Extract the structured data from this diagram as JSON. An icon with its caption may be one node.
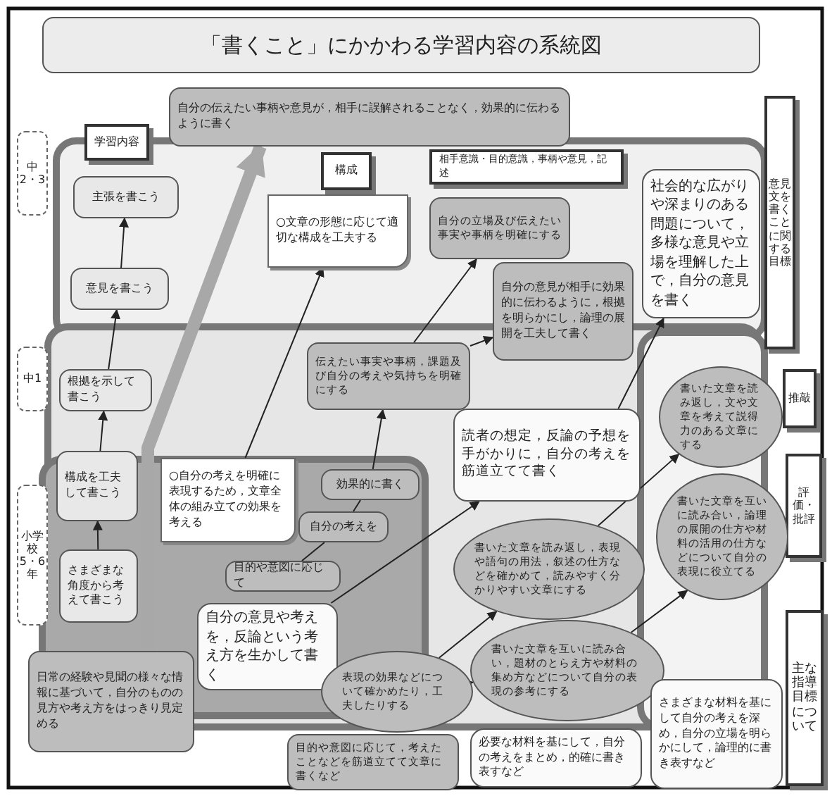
{
  "diagram": {
    "title": "「書くこと」にかかわる学習内容の系統図",
    "nodes": [
      {
        "text": [
          "自分の伝えたい事柄や意見が，相手に誤解されることなく，効果的に伝わるように書く"
        ]
      },
      {
        "text": [
          "意見文を書くことに関する目標"
        ]
      },
      {
        "text": [
          "学習内容"
        ]
      },
      {
        "text": [
          "中2・3"
        ]
      },
      {
        "text": [
          "構成"
        ]
      },
      {
        "text": [
          "相手意識・目的意識，事柄や意見，記述"
        ]
      },
      {
        "text": [
          "主張を書こう"
        ]
      },
      {
        "text": [
          "○文章の形態に応じて適切な構成を工夫する"
        ]
      },
      {
        "text": [
          "自分の立場及び伝えたい事実や事柄を明確にする"
        ]
      },
      {
        "text": [
          "社会的な広がりや深まりのある問題について，多様な意見や立場を理解した上で，自分の意見を書く"
        ]
      },
      {
        "text": [
          "自分の意見が相手に効果的に伝わるように，根拠を明らかにし，論理の展開を工夫して書く"
        ]
      },
      {
        "text": [
          "意見を書こう"
        ]
      },
      {
        "text": [
          "中1"
        ]
      },
      {
        "text": [
          "伝えたい事実や事柄，課題及び自分の考えや気持ちを明確にする"
        ]
      },
      {
        "text": [
          "根拠を示して書こう"
        ]
      },
      {
        "text": [
          "推敲"
        ]
      },
      {
        "text": [
          "書いた文章を読み返し，文や文章を考えて説得力のある文章にする"
        ]
      },
      {
        "text": [
          "読者の想定，反論の予想を手がかりに，自分の考えを筋道立てて書く"
        ]
      },
      {
        "text": [
          "構成を工夫して書こう"
        ]
      },
      {
        "text": [
          "○自分の考えを明確に表現するため，文章全体の組み立ての効果を考える"
        ]
      },
      {
        "text": [
          "効果的に書く"
        ]
      },
      {
        "text": [
          "評価・批評"
        ]
      },
      {
        "text": [
          "自分の考えを"
        ]
      },
      {
        "text": [
          "小学校5・6年"
        ]
      },
      {
        "text": [
          "書いた文章を互いに読み合い，論理の展開の仕方や材料の活用の仕方などについて自分の表現に役立てる"
        ]
      },
      {
        "text": [
          "書いた文章を読み返し，表現や語句の用法，叙述の仕方などを確かめて，読みやすく分かりやすい文章にする"
        ]
      },
      {
        "text": [
          "目的や意図に応じて"
        ]
      },
      {
        "text": [
          "さまざまな角度から考えて書こう"
        ]
      },
      {
        "text": [
          "自分の意見や考えを，反論という考え方を生かして書く"
        ]
      },
      {
        "text": [
          "主な指導目標について"
        ]
      },
      {
        "text": [
          "書いた文章を互いに読み合い，題材のとらえ方や材料の集め方などについて自分の表現の参考にする"
        ]
      },
      {
        "text": [
          "表現の効果などについて確かめたり，工夫したりする"
        ]
      },
      {
        "text": [
          "日常の経験や見聞の様々な情報に基づいて，自分のものの見方や考え方をはっきり見定める"
        ]
      },
      {
        "text": [
          "さまざまな材料を基にして自分の考えを深め，自分の立場を明らかにして，論理的に書き表すなど"
        ]
      },
      {
        "text": [
          "必要な材料を基にして，自分の考えをまとめ，的確に書き表すなど"
        ]
      },
      {
        "text": [
          "目的や意図に応じて，考えたことなどを筋道立てて文章に書くなど"
        ]
      }
    ],
    "edges": [
      {
        "from": 11,
        "to": 6,
        "arrow": "to"
      },
      {
        "from": 14,
        "to": 11,
        "arrow": "to"
      },
      {
        "from": 18,
        "to": 14,
        "arrow": "to"
      },
      {
        "from": 27,
        "to": 18,
        "arrow": "to"
      },
      {
        "from": 32,
        "to": 0,
        "arrow": "to",
        "style": "thick",
        "color": "#a8a8a8"
      },
      {
        "from": 19,
        "to": 7,
        "arrow": "to"
      },
      {
        "from": 13,
        "to": 8,
        "arrow": "to"
      },
      {
        "from": 13,
        "to": 10,
        "arrow": "to"
      },
      {
        "from": 20,
        "to": 13,
        "arrow": "to"
      },
      {
        "from": 22,
        "to": 20,
        "arrow": "none"
      },
      {
        "from": 26,
        "to": 22,
        "arrow": "none"
      },
      {
        "from": 28,
        "to": 17,
        "arrow": "to"
      },
      {
        "from": 31,
        "to": 25,
        "arrow": "to"
      },
      {
        "from": 31,
        "to": 30,
        "arrow": "to"
      },
      {
        "from": 25,
        "to": 16,
        "arrow": "to"
      },
      {
        "from": 30,
        "to": 24,
        "arrow": "to"
      },
      {
        "from": 17,
        "to": 9,
        "arrow": "to"
      }
    ]
  }
}
